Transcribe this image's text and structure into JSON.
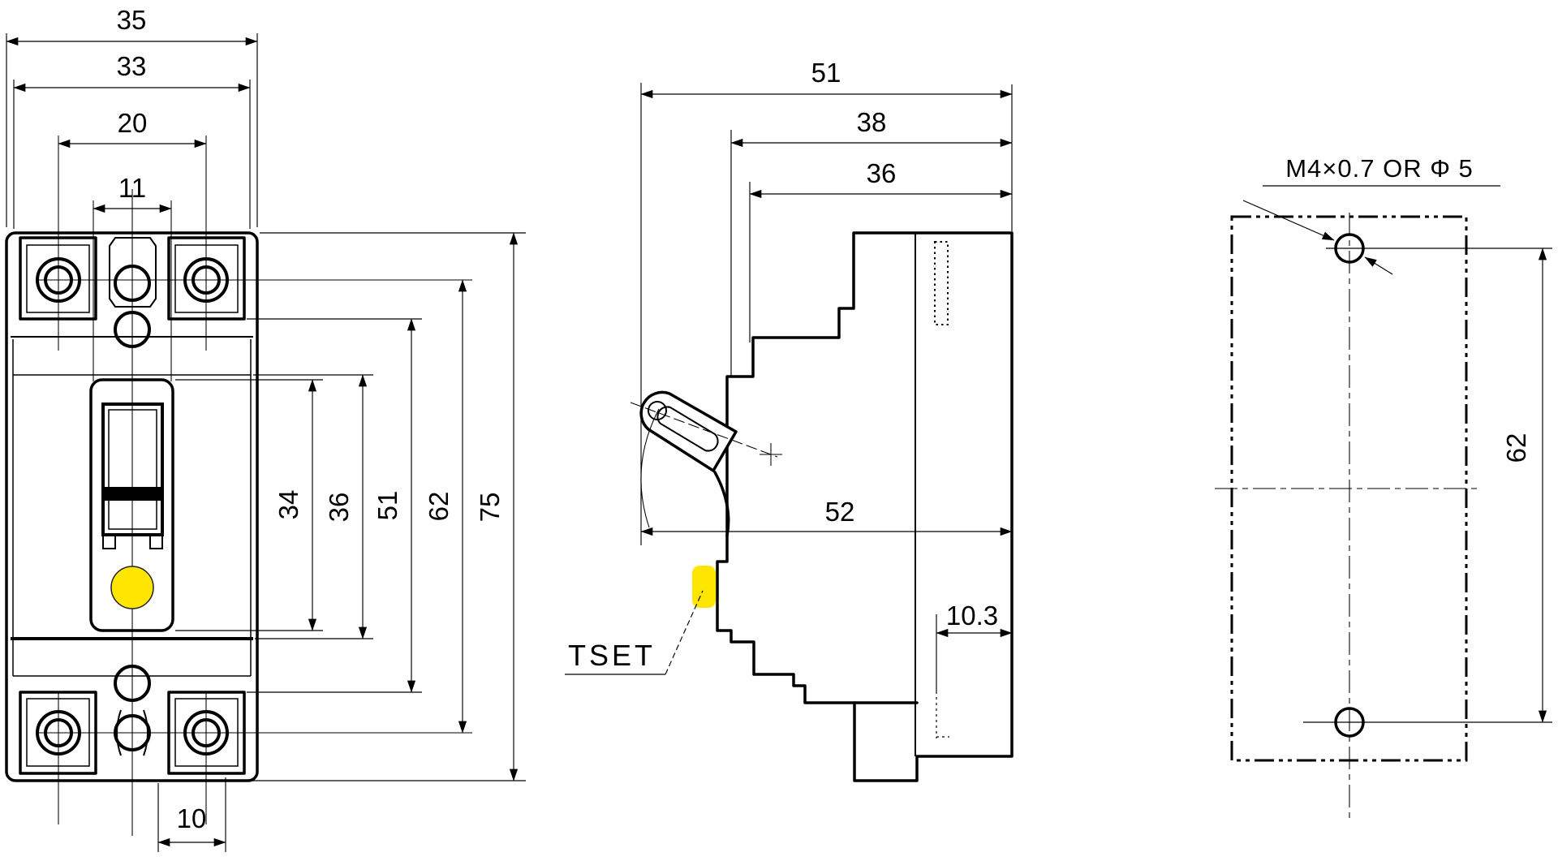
{
  "front": {
    "w_overall": "35",
    "w_body": "33",
    "w_screws": "20",
    "w_toggle": "11",
    "h_toggle": "34",
    "h_cover": "36",
    "h_blocks": "51",
    "h_screws": "62",
    "h_overall": "75",
    "w_bottom": "10"
  },
  "side": {
    "d_overall": "51",
    "d_front": "38",
    "d_face": "36",
    "d_mid": "52",
    "d_step": "10.3",
    "test_label": "TSET"
  },
  "mount": {
    "hole_spec": "M4×0.7 OR Φ 5",
    "hole_pitch": "62"
  },
  "colors": {
    "test_button": "#ffe600",
    "line": "#000000",
    "paper": "#ffffff"
  }
}
